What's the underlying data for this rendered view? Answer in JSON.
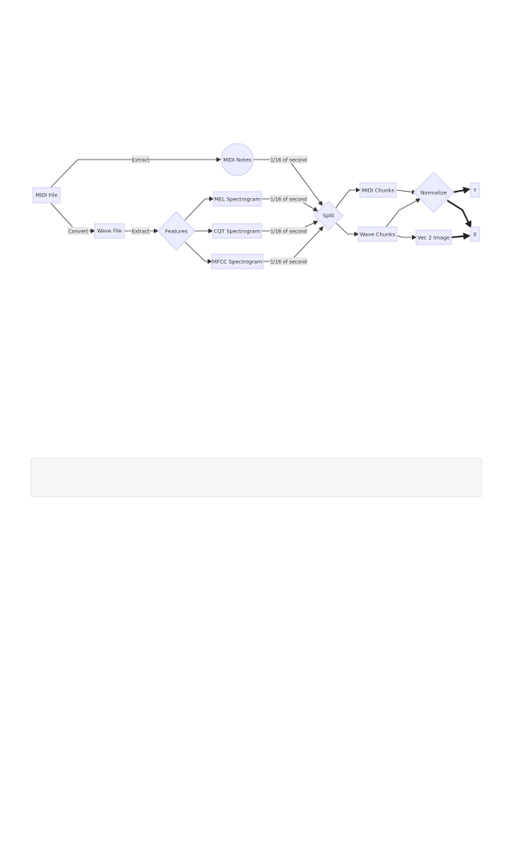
{
  "nodes": {
    "midi_file": "MIDI File",
    "midi_notes": "MIDI Notes",
    "wave_file": "Wave File",
    "features": "Features",
    "mel": "MEL Spectrogram",
    "cqt": "CQT Spectrogram",
    "mfcc": "MFCC Spectrogram",
    "split": "Split",
    "midi_chunks": "MIDI Chunks",
    "wave_chunks": "Wave Chunks",
    "normalize": "Normalize",
    "vec2image": "Vec 2 Image",
    "y": "Y",
    "x": "X"
  },
  "edge_labels": {
    "extract_top": "Extract",
    "convert": "Convert",
    "extract_mid": "Extract",
    "notes_rate": "1/16 of second",
    "mel_rate": "1/16 of second",
    "cqt_rate": "1/16 of second",
    "mfcc_rate": "1/16 of second"
  },
  "code_block": ""
}
